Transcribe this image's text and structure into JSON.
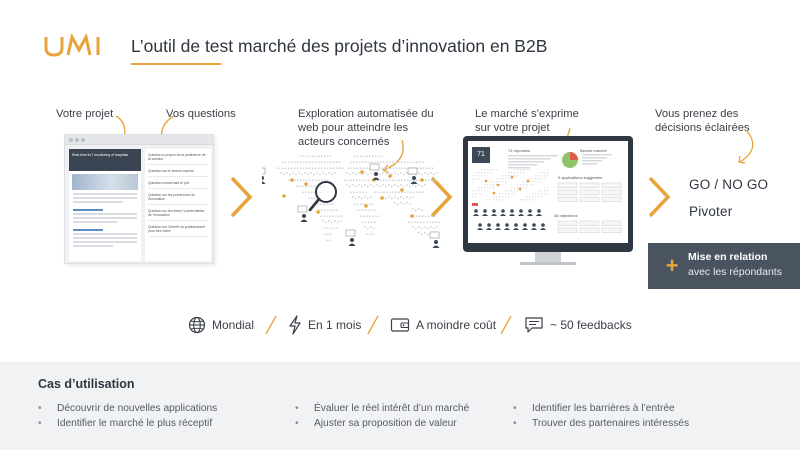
{
  "brand": {
    "logo_text": "UMI",
    "accent_color": "#e8a33a",
    "dark_color": "#4a5461"
  },
  "header": {
    "title": "L’outil de test marché des projets d’innovation en B2B"
  },
  "steps": {
    "projet": "Votre projet",
    "questions": "Vos questions",
    "exploration": "Exploration automatisée du web pour atteindre les acteurs concernés",
    "marche": "Le marché s’exprime sur votre projet",
    "decisions": "Vous prenez des décisions éclairées"
  },
  "document": {
    "header_text": "Real-time IIoT monitoring of hospitals",
    "questions": [
      "Question à propos de la pertinence de la solution",
      "Question sur le besoin marché",
      "Question concernant le prix",
      "Question sur les points forts de l’innovation",
      "Question sur les freins / points faibles de l’innovation",
      "Question sur l’intérêt du professionnel pour être client"
    ]
  },
  "screen": {
    "count": "71",
    "responses_label": "71 réponses",
    "besoin_label": "Besoin marché",
    "apps_label": "9 applications suggérées",
    "objections_label": "36 objections"
  },
  "decisions": {
    "go_nogo": "GO / NO GO",
    "pivoter": "Pivoter"
  },
  "cta": {
    "plus": "+",
    "title": "Mise en relation",
    "subtitle": "avec les répondants"
  },
  "features": [
    {
      "icon": "globe-icon",
      "label": "Mondial"
    },
    {
      "icon": "lightning-icon",
      "label": "En 1 mois"
    },
    {
      "icon": "wallet-icon",
      "label": "A moindre coût"
    },
    {
      "icon": "feedback-icon",
      "label": "~ 50 feedbacks"
    }
  ],
  "use_cases": {
    "title": "Cas d’utilisation",
    "columns": [
      [
        "Découvrir de nouvelles applications",
        "Identifier le marché le plus réceptif"
      ],
      [
        "Évaluer le réel intérêt d’un marché",
        "Ajuster sa proposition de valeur"
      ],
      [
        "Identifier les barrières à l’entrée",
        "Trouver des partenaires intéressés"
      ]
    ]
  }
}
